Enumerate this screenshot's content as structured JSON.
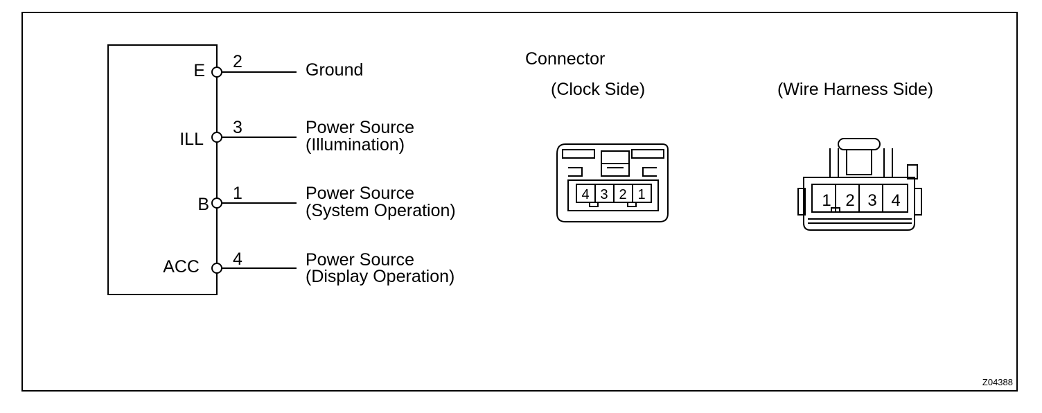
{
  "pins": [
    {
      "name": "E",
      "number": "2",
      "desc1": "Ground",
      "desc2": ""
    },
    {
      "name": "ILL",
      "number": "3",
      "desc1": "Power Source",
      "desc2": "(Illumination)"
    },
    {
      "name": "B",
      "number": "1",
      "desc1": "Power Source",
      "desc2": "(System Operation)"
    },
    {
      "name": "ACC",
      "number": "4",
      "desc1": "Power Source",
      "desc2": "(Display Operation)"
    }
  ],
  "connector": {
    "title": "Connector",
    "clock_side": {
      "label": "(Clock Side)",
      "pins": [
        "4",
        "3",
        "2",
        "1"
      ]
    },
    "harness_side": {
      "label": "(Wire Harness Side)",
      "pins": [
        "1",
        "2",
        "3",
        "4"
      ]
    }
  },
  "figure_code": "Z04388"
}
